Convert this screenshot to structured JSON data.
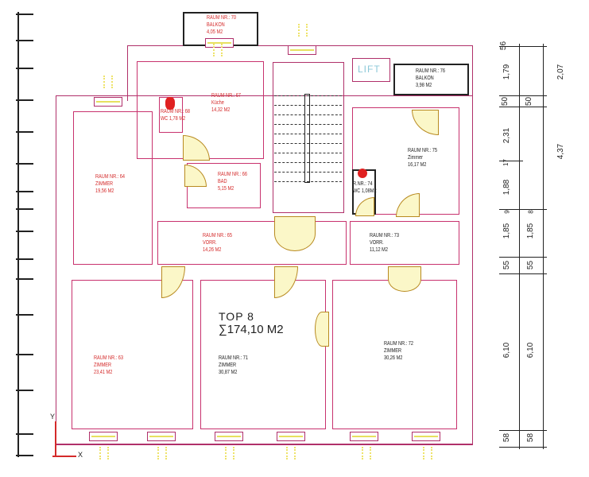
{
  "plan": {
    "title": "TOP 8",
    "total_area": "∑174,10 M2",
    "lift_label": "LIFT",
    "axis_x": "X",
    "axis_y": "Y"
  },
  "rooms": [
    {
      "line1": "RAUM NR.: 70",
      "line2": "BALKON",
      "line3": "4,05 M2"
    },
    {
      "line1": "RAUM NR.: 67",
      "line2": "Küche",
      "line3": "14,32 M2"
    },
    {
      "line1": "RAUM NR.: 68",
      "line2": "WC 1,78 M2",
      "line3": ""
    },
    {
      "line1": "RAUM NR.: 64",
      "line2": "ZIMMER",
      "line3": "19,56 M2"
    },
    {
      "line1": "RAUM NR.: 66",
      "line2": "BAD",
      "line3": "5,15 M2"
    },
    {
      "line1": "RAUM NR.: 65",
      "line2": "VORR.",
      "line3": "14,26 M2"
    },
    {
      "line1": "RAUM NR.: 76",
      "line2": "BALKON",
      "line3": "3,98 M2"
    },
    {
      "line1": "RAUM NR.: 75",
      "line2": "Zimmer",
      "line3": "16,17 M2"
    },
    {
      "line1": "R.NR.: 74",
      "line2": "WC 1,08M2",
      "line3": ""
    },
    {
      "line1": "RAUM NR.: 73",
      "line2": "VORR.",
      "line3": "11,12 M2"
    },
    {
      "line1": "RAUM NR.: 63",
      "line2": "ZIMMER",
      "line3": "23,41 M2"
    },
    {
      "line1": "RAUM NR.: 71",
      "line2": "ZIMMER",
      "line3": "30,87 M2"
    },
    {
      "line1": "RAUM NR.: 72",
      "line2": "ZIMMER",
      "line3": "30,26 M2"
    }
  ],
  "dimensions": {
    "inner": [
      "56",
      "1,79",
      "50",
      "2,31",
      "17",
      "1,88",
      "9",
      "1,85",
      "55",
      "6,10",
      "58"
    ],
    "outer": [
      "2,07",
      "50",
      "4,37",
      "8",
      "1,85",
      "55",
      "6,10",
      "58"
    ]
  },
  "colors": {
    "wall": "#b0306a",
    "text_red": "#d42a2a",
    "door": "#e7e060"
  }
}
